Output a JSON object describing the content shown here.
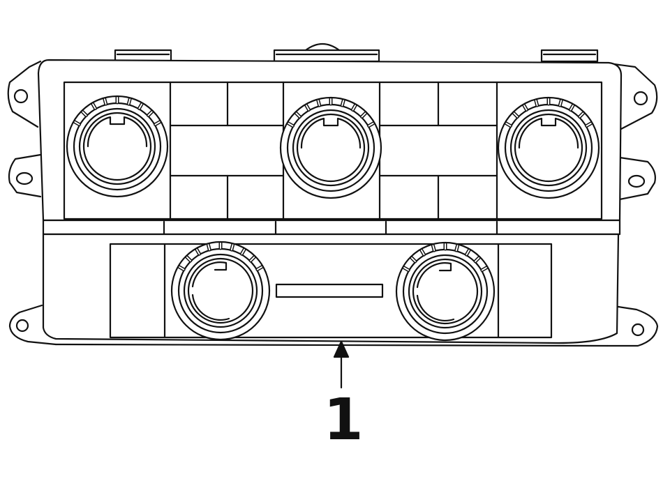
{
  "diagram": {
    "callout": {
      "number": "1"
    },
    "upper_knobs": [
      "left",
      "center",
      "right"
    ],
    "lower_knobs": [
      "left",
      "right"
    ],
    "colors": {
      "stroke": "#111111",
      "fill": "#ffffff"
    }
  }
}
